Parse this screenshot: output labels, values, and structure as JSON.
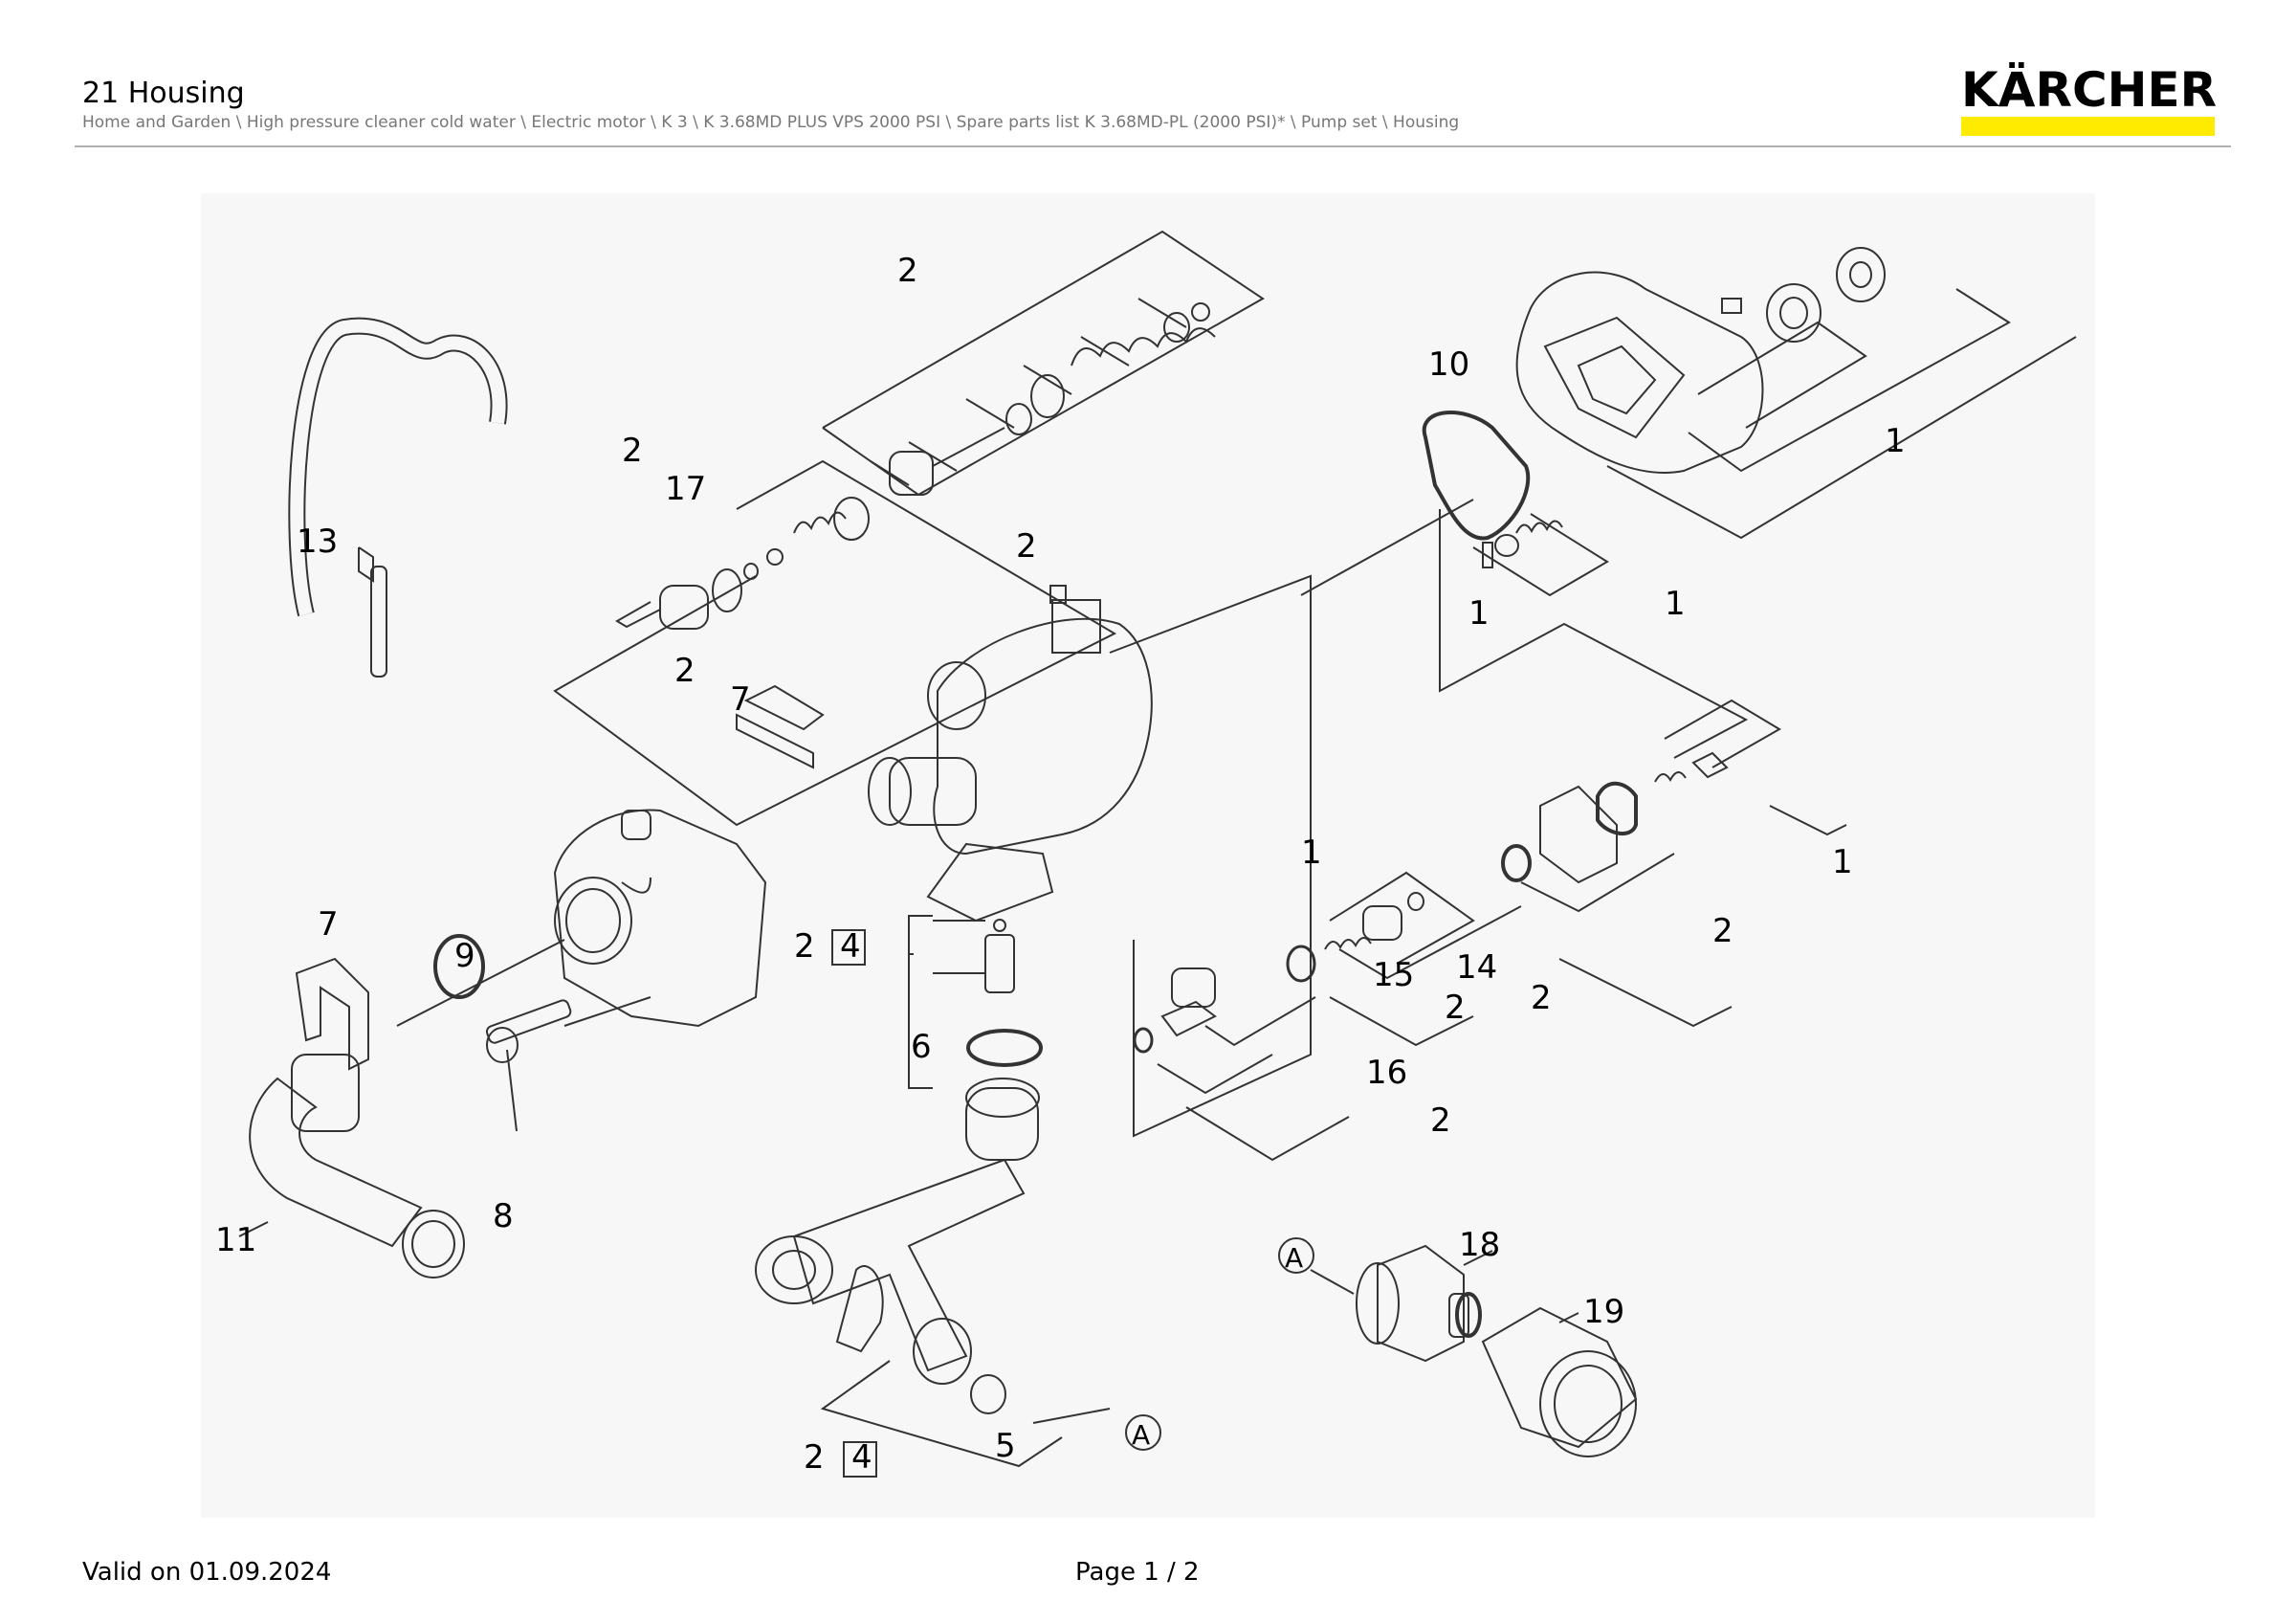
{
  "header": {
    "title": "21 Housing",
    "breadcrumb": "Home and Garden \\ High pressure cleaner cold water \\ Electric motor \\ K 3 \\ K 3.68MD PLUS VPS 2000 PSI \\ Spare parts list K 3.68MD-PL (2000 PSI)* \\ Pump set \\ Housing",
    "logo": "KÄRCHER"
  },
  "colors": {
    "brand_yellow": "#ffeb00",
    "line": "#333333",
    "panel": "#f7f7f7"
  },
  "callouts": [
    {
      "id": "c2a",
      "text": "2"
    },
    {
      "id": "c2b",
      "text": "2"
    },
    {
      "id": "c17",
      "text": "17"
    },
    {
      "id": "c13",
      "text": "13"
    },
    {
      "id": "c2c",
      "text": "2"
    },
    {
      "id": "c2d",
      "text": "2"
    },
    {
      "id": "c7a",
      "text": "7"
    },
    {
      "id": "c10",
      "text": "10"
    },
    {
      "id": "c1a",
      "text": "1"
    },
    {
      "id": "c1b",
      "text": "1"
    },
    {
      "id": "c1c",
      "text": "1"
    },
    {
      "id": "c1d",
      "text": "1"
    },
    {
      "id": "c1e",
      "text": "1"
    },
    {
      "id": "c2e",
      "text": "2"
    },
    {
      "id": "c14",
      "text": "14"
    },
    {
      "id": "c15",
      "text": "15"
    },
    {
      "id": "c2f",
      "text": "2"
    },
    {
      "id": "c2g",
      "text": "2"
    },
    {
      "id": "c16",
      "text": "16"
    },
    {
      "id": "c2h",
      "text": "2"
    },
    {
      "id": "c7b",
      "text": "7"
    },
    {
      "id": "c9",
      "text": "9"
    },
    {
      "id": "c2i",
      "text": "2"
    },
    {
      "id": "c4a",
      "text": "4"
    },
    {
      "id": "c6",
      "text": "6"
    },
    {
      "id": "c11",
      "text": "11"
    },
    {
      "id": "c8",
      "text": "8"
    },
    {
      "id": "c18",
      "text": "18"
    },
    {
      "id": "c19",
      "text": "19"
    },
    {
      "id": "c2j",
      "text": "2"
    },
    {
      "id": "c4b",
      "text": "4"
    },
    {
      "id": "c5",
      "text": "5"
    },
    {
      "id": "cA1",
      "text": "A"
    },
    {
      "id": "cA2",
      "text": "A"
    }
  ],
  "footer": {
    "valid": "Valid on 01.09.2024",
    "page": "Page 1 / 2"
  }
}
